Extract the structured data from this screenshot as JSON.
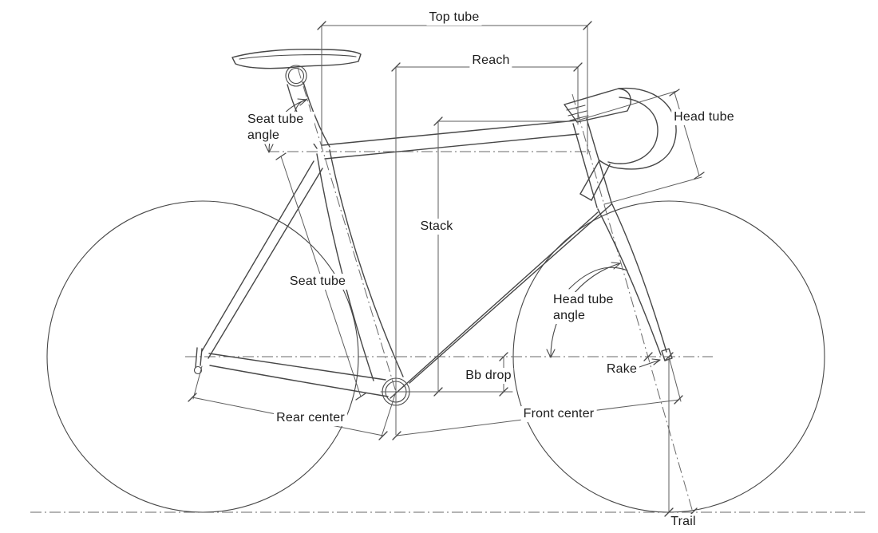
{
  "diagram": {
    "type": "bicycle-frame-geometry-line-drawing",
    "colors": {
      "background": "#ffffff",
      "drawing_line": "#474747",
      "dimension_line": "#5e5e5e",
      "centerline": "#6a6a6a",
      "text": "#1c1c1c"
    },
    "labels": {
      "top_tube": "Top tube",
      "reach": "Reach",
      "head_tube": "Head tube",
      "stack": "Stack",
      "seat_tube": "Seat tube",
      "seat_tube_angle": "Seat tube angle",
      "head_tube_angle": "Head tube angle",
      "bb_drop": "Bb drop",
      "rear_center": "Rear center",
      "front_center": "Front center",
      "rake": "Rake",
      "trail": "Trail"
    }
  }
}
